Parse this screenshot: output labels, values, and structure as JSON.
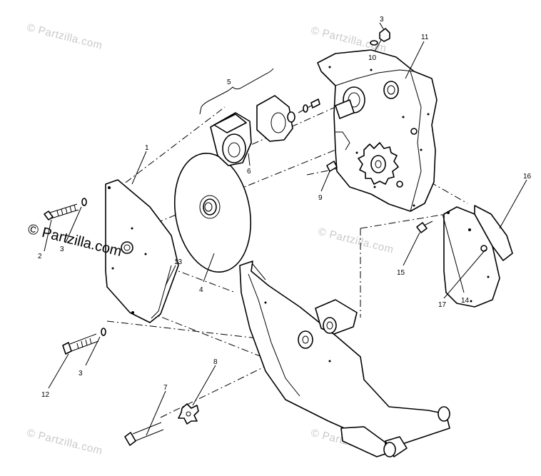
{
  "watermark": {
    "text": "© Partzilla.com"
  },
  "callouts": [
    {
      "id": "c1",
      "label": "1"
    },
    {
      "id": "c2",
      "label": "2"
    },
    {
      "id": "c3a",
      "label": "3"
    },
    {
      "id": "c3b",
      "label": "3"
    },
    {
      "id": "c3c",
      "label": "3"
    },
    {
      "id": "c4",
      "label": "4"
    },
    {
      "id": "c5",
      "label": "5"
    },
    {
      "id": "c6",
      "label": "6"
    },
    {
      "id": "c7",
      "label": "7"
    },
    {
      "id": "c8",
      "label": "8"
    },
    {
      "id": "c9",
      "label": "9"
    },
    {
      "id": "c10",
      "label": "10"
    },
    {
      "id": "c11",
      "label": "11"
    },
    {
      "id": "c12",
      "label": "12"
    },
    {
      "id": "c13",
      "label": "13"
    },
    {
      "id": "c14",
      "label": "14"
    },
    {
      "id": "c15",
      "label": "15"
    },
    {
      "id": "c16",
      "label": "16"
    },
    {
      "id": "c17",
      "label": "17"
    }
  ]
}
